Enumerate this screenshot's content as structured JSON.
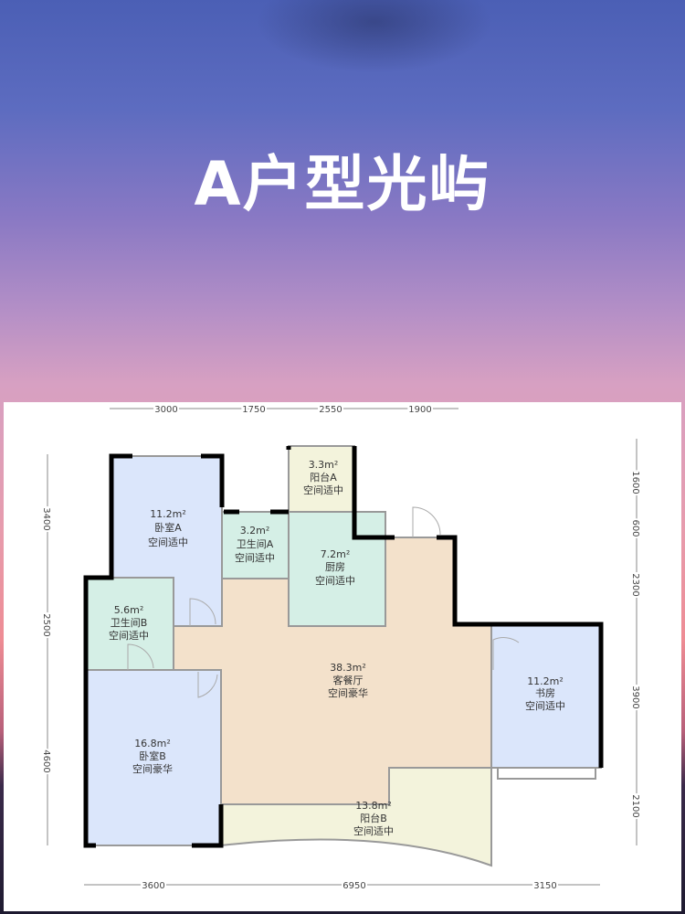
{
  "title": "A户型光屿",
  "dimensions": {
    "top": [
      "3000",
      "1750",
      "2550",
      "1900"
    ],
    "bottom": [
      "3600",
      "6950",
      "3150"
    ],
    "left": [
      "3400",
      "2500",
      "4600"
    ],
    "right": [
      "1600",
      "600",
      "2300",
      "3900",
      "2100"
    ]
  },
  "rooms": [
    {
      "area": "11.2m²",
      "name": "卧室A",
      "desc": "空间适中"
    },
    {
      "area": "3.2m²",
      "name": "卫生间A",
      "desc": "空间适中"
    },
    {
      "area": "3.3m²",
      "name": "阳台A",
      "desc": "空间适中"
    },
    {
      "area": "7.2m²",
      "name": "厨房",
      "desc": "空间适中"
    },
    {
      "area": "5.6m²",
      "name": "卫生间B",
      "desc": "空间适中"
    },
    {
      "area": "38.3m²",
      "name": "客餐厅",
      "desc": "空间豪华"
    },
    {
      "area": "11.2m²",
      "name": "书房",
      "desc": "空间适中"
    },
    {
      "area": "16.8m²",
      "name": "卧室B",
      "desc": "空间豪华"
    },
    {
      "area": "13.8m²",
      "name": "阳台B",
      "desc": "空间适中"
    }
  ],
  "colors": {
    "bedroom": "#dbe6fb",
    "wet": "#d5efe6",
    "living": "#f3e1cb",
    "balcony": "#f3f3dc"
  }
}
